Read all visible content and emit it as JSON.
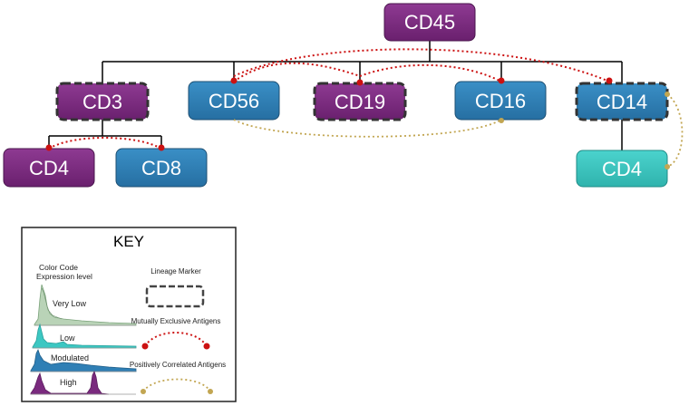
{
  "colors": {
    "high": "#7a2a7e",
    "modulated": "#2f7fb5",
    "low": "#3cc7c2",
    "very_low": "#b9d3b7",
    "exclusive": "#cc1111",
    "correlated": "#c2a652"
  },
  "tree": {
    "root": {
      "label": "CD45"
    },
    "level1": [
      {
        "label": "CD3",
        "level": "high",
        "lineage": true
      },
      {
        "label": "CD56",
        "level": "modulated",
        "lineage": false
      },
      {
        "label": "CD19",
        "level": "high",
        "lineage": true
      },
      {
        "label": "CD16",
        "level": "modulated",
        "lineage": false
      },
      {
        "label": "CD14",
        "level": "modulated",
        "lineage": true
      }
    ],
    "level2": [
      {
        "label": "CD4",
        "level": "high",
        "parent": "CD3"
      },
      {
        "label": "CD8",
        "level": "modulated",
        "parent": "CD3"
      },
      {
        "label": "CD4",
        "level": "low",
        "parent": "CD14"
      }
    ]
  },
  "key": {
    "title": "KEY",
    "color_code_line1": "Color Code",
    "color_code_line2": "Expression level",
    "levels": [
      "Very Low",
      "Low",
      "Modulated",
      "High"
    ],
    "lineage_marker": "Lineage Marker",
    "mutually_exclusive": "Mutually Exclusive Antigens",
    "positively_correlated": "Positively Correlated Antigens"
  }
}
